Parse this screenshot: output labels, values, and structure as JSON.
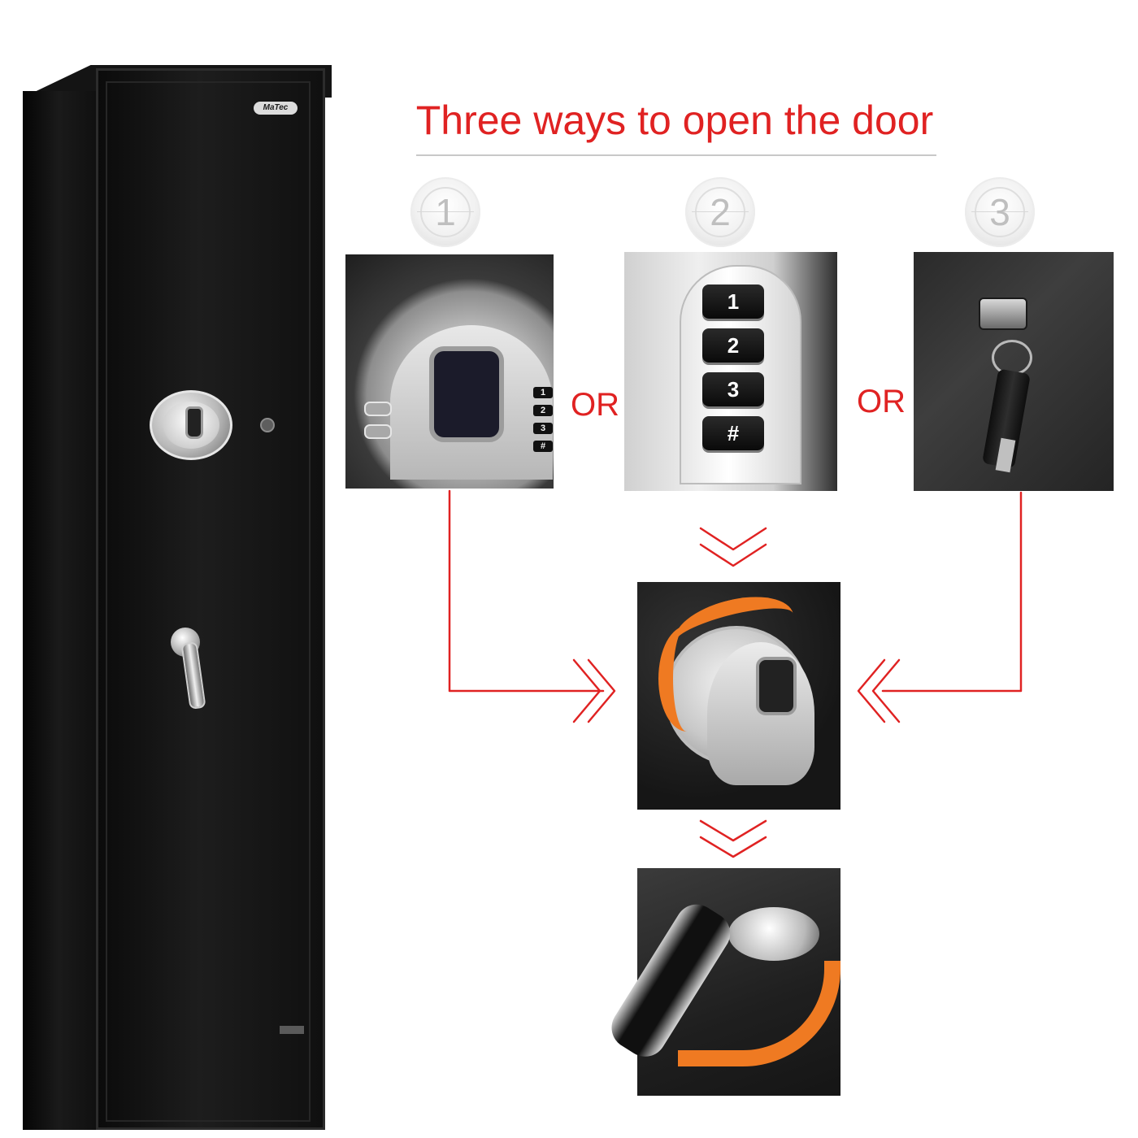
{
  "heading": "Three ways to open the door",
  "or_label": "OR",
  "brand_label": "MaTec",
  "steps": [
    {
      "number": "1",
      "method": "fingerprint"
    },
    {
      "number": "2",
      "method": "keypad code"
    },
    {
      "number": "3",
      "method": "backup key"
    }
  ],
  "keypad": {
    "keys": [
      "1",
      "2",
      "3",
      "#"
    ]
  },
  "colors": {
    "accent": "#e02222",
    "arrow_orange": "#ef7a22",
    "safe_body": "#141414"
  },
  "icons": [
    "fingerprint-sensor-icon",
    "keypad-icon",
    "key-icon",
    "rotate-arrow-icon",
    "double-chevron-icon"
  ]
}
